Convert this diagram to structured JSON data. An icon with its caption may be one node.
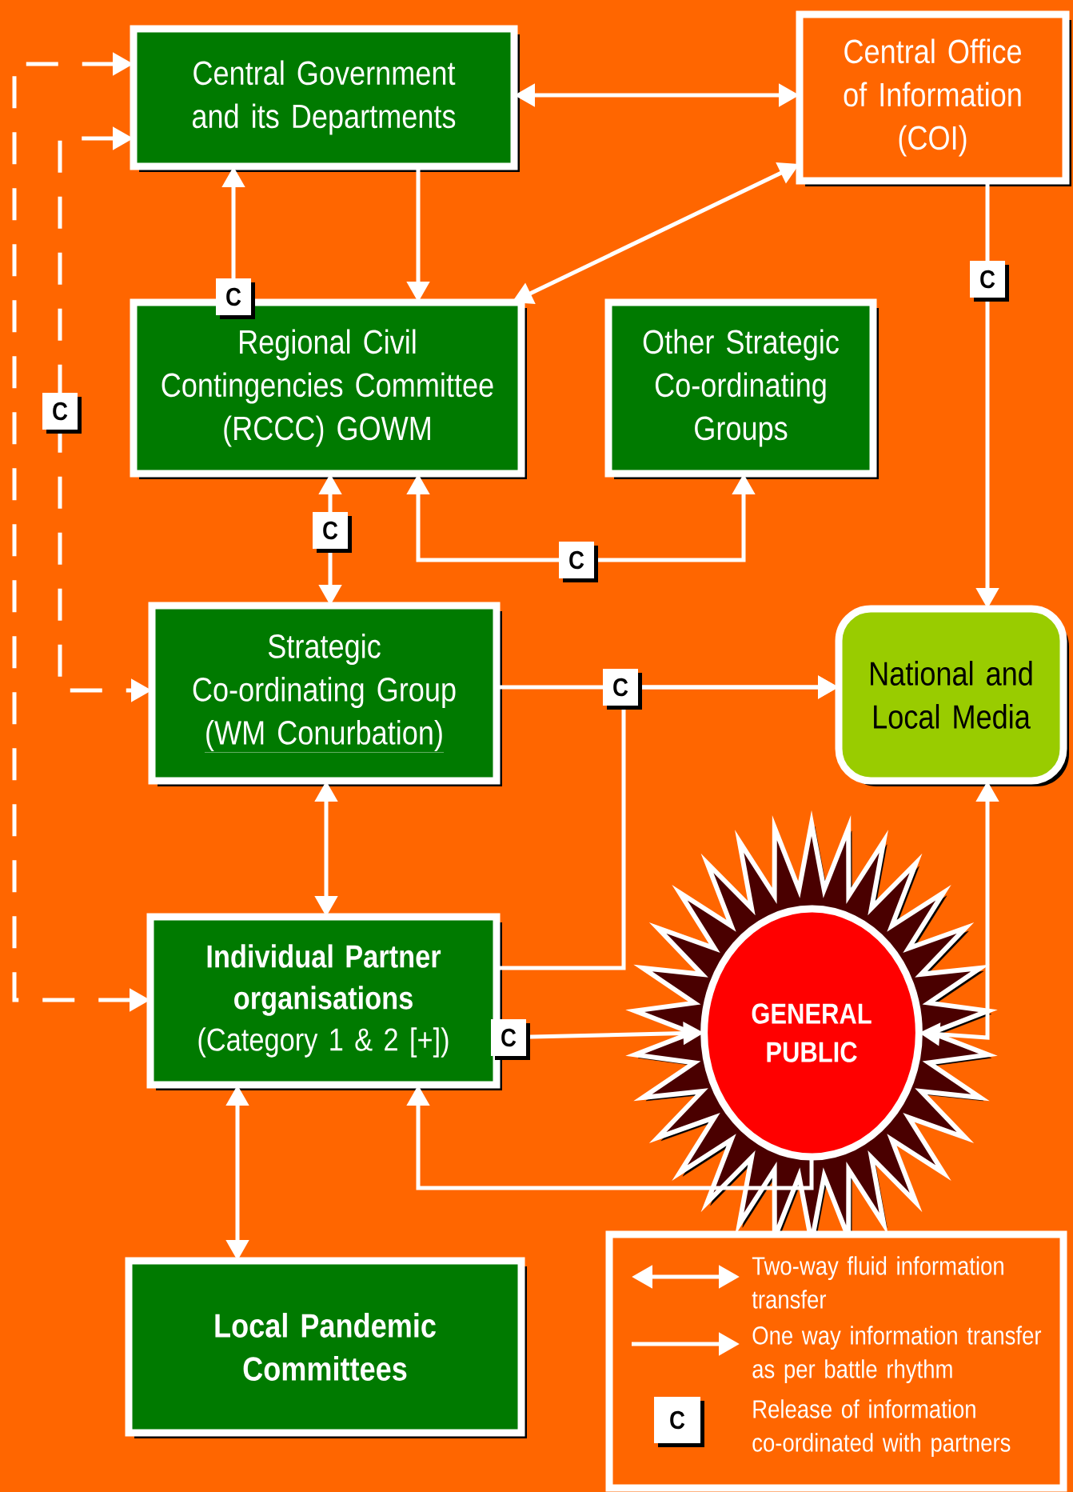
{
  "diagram": {
    "nodes": [
      {
        "text": [
          "Central Government and its Departments"
        ]
      },
      {
        "text": [
          "Central Office of Information (COI)"
        ]
      },
      {
        "text": [
          "Regional Civil Contingencies Committee (RCCC) GOWM"
        ]
      },
      {
        "text": [
          "Other Strategic Co-ordinating Groups"
        ]
      },
      {
        "text": [
          "Strategic Co-ordinating Group",
          "(WM Conurbation)"
        ]
      },
      {
        "text": [
          "National and Local Media"
        ]
      },
      {
        "text": [
          "Individual Partner organisations",
          "(Category 1 & 2 [+])"
        ]
      },
      {
        "text": [
          "GENERAL PUBLIC"
        ]
      },
      {
        "text": [
          "Local Pandemic Committees"
        ]
      }
    ],
    "edges": [
      {
        "from": 0,
        "to": 1,
        "arrow": "both"
      },
      {
        "from": 2,
        "to": 0,
        "arrow": "to",
        "label": "C"
      },
      {
        "from": 0,
        "to": 2,
        "arrow": "to"
      },
      {
        "from": 1,
        "to": 2,
        "arrow": "both"
      },
      {
        "from": 1,
        "to": 5,
        "arrow": "to",
        "label": "C"
      },
      {
        "from": 2,
        "to": 4,
        "arrow": "both",
        "label": "C"
      },
      {
        "from": 2,
        "to": 3,
        "arrow": "both",
        "label": "C"
      },
      {
        "from": 4,
        "to": 5,
        "arrow": "to",
        "label": "C"
      },
      {
        "from": 6,
        "to": 5,
        "arrow": "to"
      },
      {
        "from": 4,
        "to": 6,
        "arrow": "both"
      },
      {
        "from": 6,
        "to": 7,
        "arrow": "to",
        "label": "C"
      },
      {
        "from": 5,
        "to": 7,
        "arrow": "both"
      },
      {
        "from": 7,
        "to": 6,
        "arrow": "to"
      },
      {
        "from": 6,
        "to": 8,
        "arrow": "both"
      },
      {
        "from": 6,
        "to": 0,
        "arrow": "both",
        "style": "dashed"
      },
      {
        "from": 0,
        "to": 4,
        "arrow": "both",
        "style": "dashed",
        "label": "C"
      }
    ],
    "labels": [
      "C"
    ],
    "legend": [
      {
        "text": "Two-way fluid information transfer"
      },
      {
        "text": "One way information transfer as per battle rhythm"
      },
      {
        "text": "Release of information co-ordinated with partners"
      }
    ]
  }
}
